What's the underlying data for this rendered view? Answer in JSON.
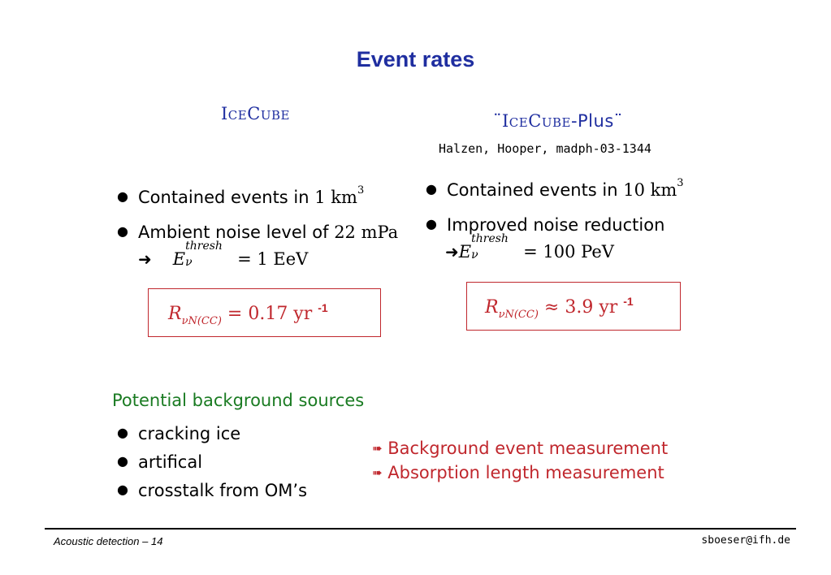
{
  "title": "Event rates",
  "left_column": {
    "heading_cap1": "I",
    "heading_small1": "CE",
    "heading_cap2": "C",
    "heading_small2": "UBE",
    "bullets": {
      "b1_text": "Contained events in ",
      "b1_value": "1 km",
      "b1_exp": "3",
      "b2_text": "Ambient noise level of ",
      "b2_value": "22 mPa",
      "threshold_symbol": "E",
      "threshold_sup": "thresh",
      "threshold_sub": "ν",
      "threshold_value": "= 1 EeV"
    },
    "rate": {
      "symbol": "R",
      "subscript": "νN(CC)",
      "relation": "= 0.17 yr",
      "exponent": "-1"
    }
  },
  "right_column": {
    "heading_pre": "¨I",
    "heading_small1": "CE",
    "heading_cap2": "C",
    "heading_small2": "UBE",
    "heading_suffix": "-Plus¨",
    "reference": "Halzen, Hooper, madph-03-1344",
    "bullets": {
      "b1_text": "Contained events in ",
      "b1_value": "10 km",
      "b1_exp": "3",
      "b2_text": "Improved noise reduction",
      "threshold_symbol": "E",
      "threshold_sup": "thresh",
      "threshold_sub": "ν",
      "threshold_value": "= 100 PeV"
    },
    "rate": {
      "symbol": "R",
      "subscript": "νN(CC)",
      "relation": "≈ 3.9 yr",
      "exponent": "-1"
    }
  },
  "background": {
    "heading": "Potential background sources",
    "items": [
      "cracking ice",
      "artifical",
      "crosstalk from OM’s"
    ],
    "measurements": [
      "Background event measurement",
      "Absorption length measurement"
    ]
  },
  "footer": {
    "left": "Acoustic detection – 14",
    "right": "sboeser@ifh.de"
  },
  "colors": {
    "title_blue": "#1f2ea0",
    "accent_red": "#c0272d",
    "heading_green": "#1a7b22"
  },
  "icons": {
    "bullet": "bullet-dot-icon",
    "implies": "right-arrow-icon",
    "measurement": "double-arrow-icon"
  }
}
